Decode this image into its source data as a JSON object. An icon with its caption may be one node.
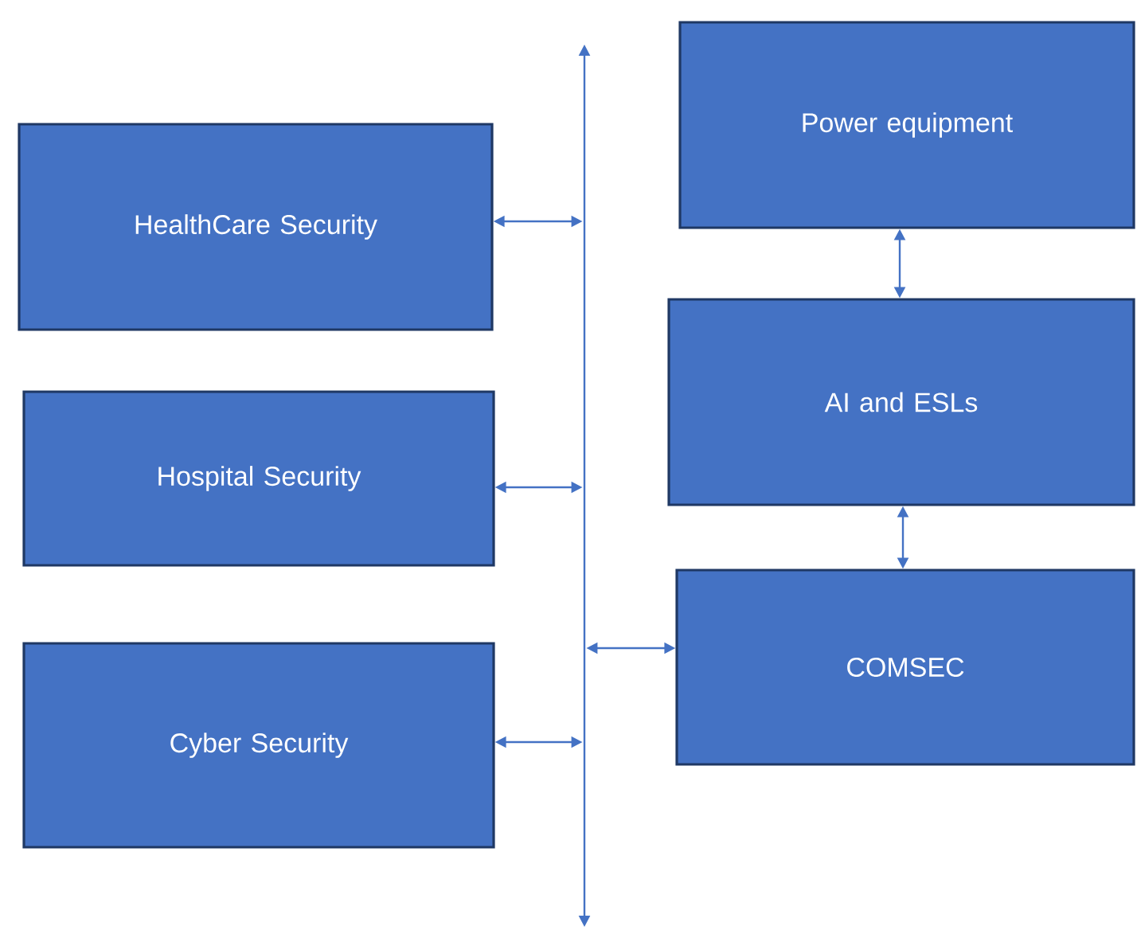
{
  "diagram": {
    "nodes": [
      {
        "text": [
          "HealthCare Security"
        ]
      },
      {
        "text": [
          "Hospital Security"
        ]
      },
      {
        "text": [
          "Cyber Security"
        ]
      },
      {
        "text": [],
        "shape": "bar"
      },
      {
        "text": [
          "Power equipment"
        ]
      },
      {
        "text": [
          "AI and ESLs"
        ]
      },
      {
        "text": [
          "COMSEC"
        ]
      }
    ],
    "edges": [
      {
        "from": 0,
        "to": 3,
        "arrow": "both"
      },
      {
        "from": 1,
        "to": 3,
        "arrow": "both"
      },
      {
        "from": 2,
        "to": 3,
        "arrow": "both"
      },
      {
        "from": 3,
        "to": 6,
        "arrow": "both"
      },
      {
        "from": 4,
        "to": 5,
        "arrow": "both"
      },
      {
        "from": 5,
        "to": 6,
        "arrow": "both"
      }
    ]
  }
}
